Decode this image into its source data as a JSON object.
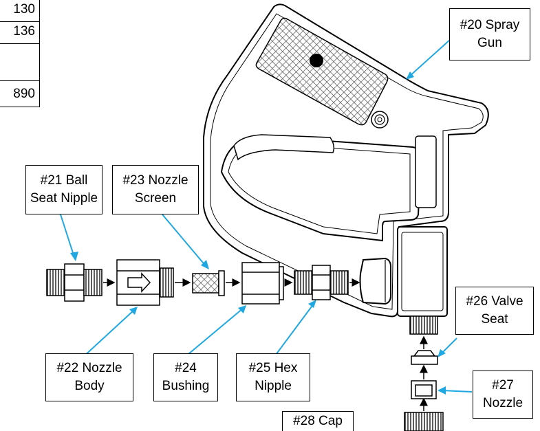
{
  "parts_table": {
    "rows": [
      "130",
      "136",
      "",
      "890"
    ]
  },
  "labels": {
    "spray_gun": {
      "line1": "#20 Spray",
      "line2": "Gun"
    },
    "ball_seat_nipple": {
      "line1": "#21 Ball",
      "line2": "Seat Nipple"
    },
    "nozzle_body": {
      "line1": "#22 Nozzle",
      "line2": "Body"
    },
    "nozzle_screen": {
      "line1": "#23 Nozzle",
      "line2": "Screen"
    },
    "bushing": {
      "line1": "#24",
      "line2": "Bushing"
    },
    "hex_nipple": {
      "line1": "#25 Hex",
      "line2": "Nipple"
    },
    "valve_seat": {
      "line1": "#26 Valve",
      "line2": "Seat"
    },
    "nozzle": {
      "line1": "#27",
      "line2": "Nozzle"
    },
    "cap": {
      "line1": "#28 Cap"
    }
  },
  "colors": {
    "leader_line": "#1ea7e1",
    "outline": "#000000",
    "fill": "#ffffff"
  }
}
